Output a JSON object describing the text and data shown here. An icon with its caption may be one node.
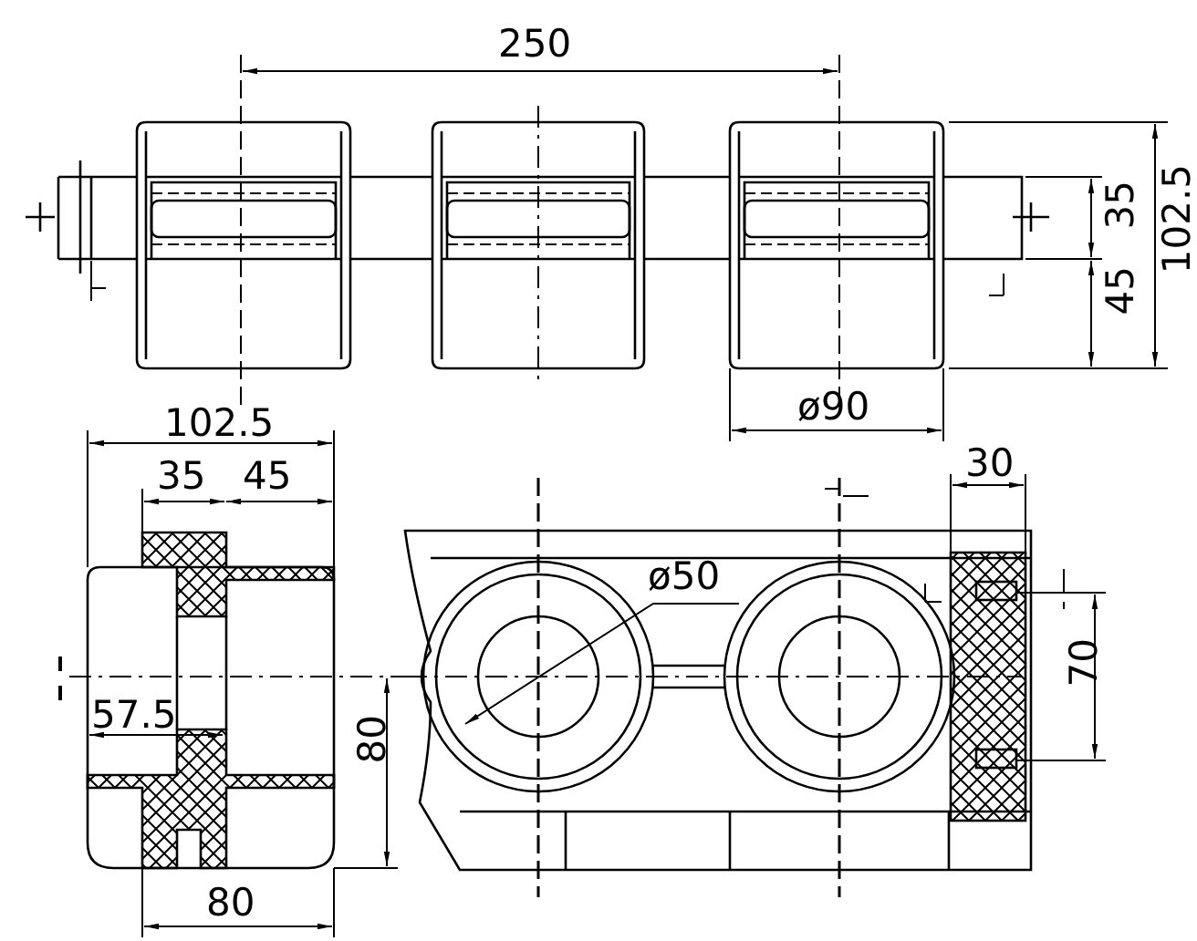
{
  "diagram": {
    "labels": [
      "250",
      "35",
      "102.5",
      "45",
      "102.5",
      "ø90",
      "35",
      "45",
      "30",
      "ø50",
      "57.5",
      "70",
      "80",
      "80"
    ]
  }
}
